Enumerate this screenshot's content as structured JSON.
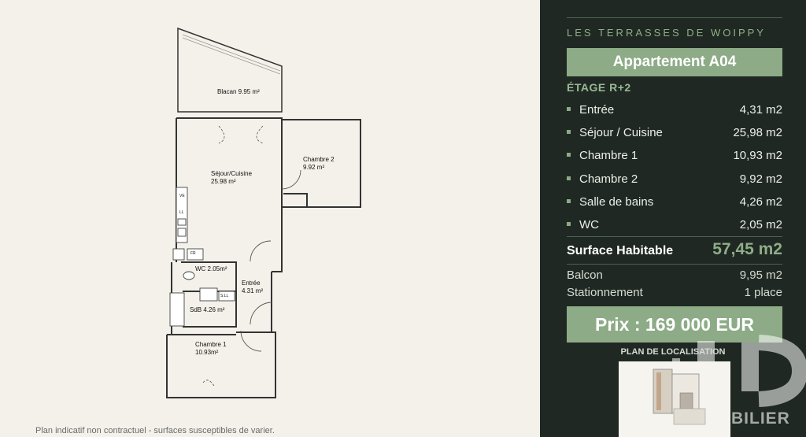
{
  "floorplan": {
    "labels": {
      "balcon": "Blacan 9.95 m²",
      "sejour": "Séjour/Cuisine\n25.98 m²",
      "chambre2": "Chambre 2\n9.92 m²",
      "wc": "WC 2.05m²",
      "entree": "Entrée\n4.31 m²",
      "sdb": "SdB 4.26 m²",
      "chambre1": "Chambre 1\n10.93m²",
      "fridge": "FR",
      "lave": "LL",
      "lave2": "S.LL",
      "ve": "VE"
    },
    "disclaimer": "Plan indicatif non contractuel - surfaces susceptibles de varier."
  },
  "panel": {
    "brand": "LES TERRASSES DE WOIPPY",
    "apartment": "Appartement A04",
    "etage": "ÉTAGE R+2",
    "rooms": [
      {
        "name": "Entrée",
        "value": "4,31 m2"
      },
      {
        "name": "Séjour / Cuisine",
        "value": "25,98 m2"
      },
      {
        "name": "Chambre 1",
        "value": "10,93 m2"
      },
      {
        "name": "Chambre 2",
        "value": "9,92 m2"
      },
      {
        "name": "Salle de bains",
        "value": "4,26 m2"
      },
      {
        "name": "WC",
        "value": "2,05 m2"
      }
    ],
    "surface_label": "Surface Habitable",
    "surface_value": "57,45 m2",
    "balcon_label": "Balcon",
    "balcon_value": "9,95 m2",
    "stationnement_label": "Stationnement",
    "stationnement_value": "1 place",
    "price": "Prix : 169 000 EUR",
    "localisation_title": "PLAN DE LOCALISATION",
    "watermark": "BILIER"
  },
  "colors": {
    "panel_bg": "#1f2822",
    "accent": "#8cab86",
    "page_bg": "#f4f1ea"
  }
}
